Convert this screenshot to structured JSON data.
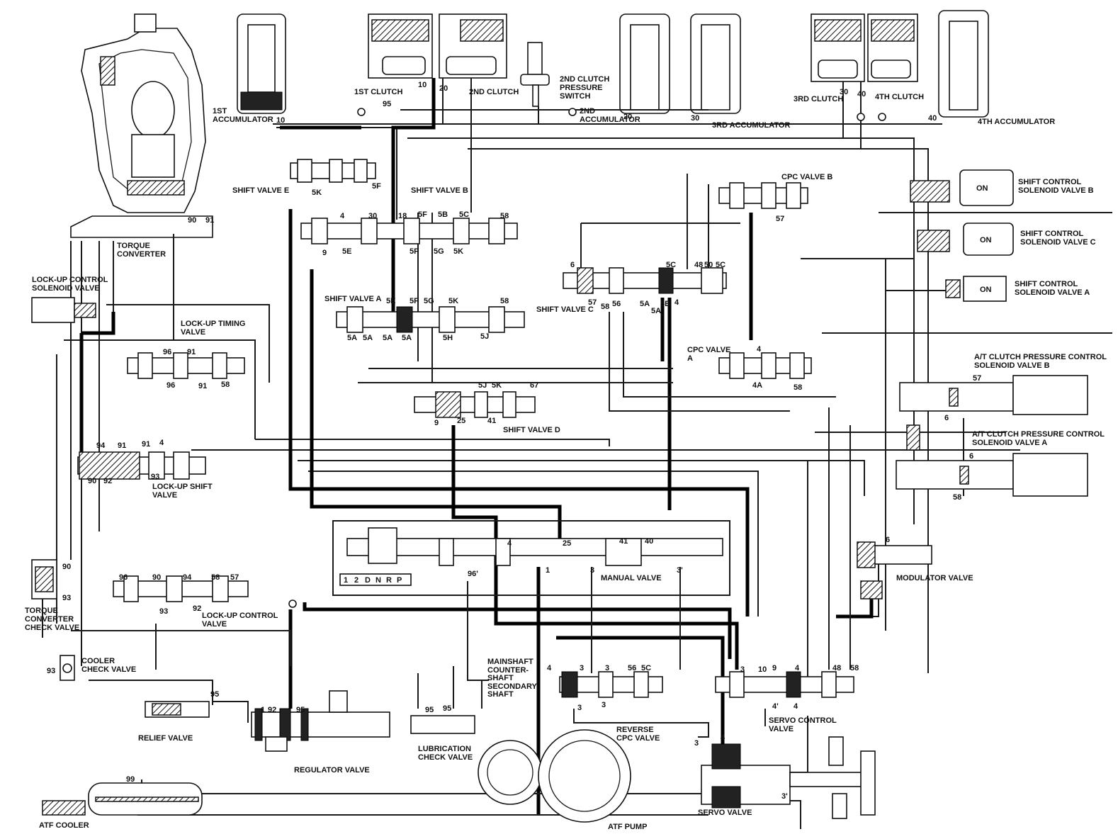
{
  "labels": {
    "first_accumulator": [
      "1ST",
      "ACCUMULATOR"
    ],
    "first_clutch": "1ST CLUTCH",
    "second_clutch": "2ND CLUTCH",
    "second_clutch_pressure_switch": [
      "2ND CLUTCH",
      "PRESSURE",
      "SWITCH"
    ],
    "second_accumulator": [
      "2ND",
      "ACCUMULATOR"
    ],
    "third_accumulator": "3RD ACCUMULATOR",
    "third_clutch": "3RD CLUTCH",
    "fourth_clutch": "4TH CLUTCH",
    "fourth_accumulator": "4TH ACCUMULATOR",
    "torque_converter": [
      "TORQUE",
      "CONVERTER"
    ],
    "lockup_control_solenoid": [
      "LOCK-UP CONTROL",
      "SOLENOID VALVE"
    ],
    "lockup_timing_valve": [
      "LOCK-UP TIMING",
      "VALVE"
    ],
    "lockup_shift_valve": [
      "LOCK-UP SHIFT",
      "VALVE"
    ],
    "lockup_control_valve": [
      "LOCK-UP CONTROL",
      "VALVE"
    ],
    "torque_converter_check_valve": [
      "TORQUE",
      "CONVERTER",
      "CHECK VALVE"
    ],
    "cooler_check_valve": [
      "COOLER",
      "CHECK VALVE"
    ],
    "relief_valve": "RELIEF VALVE",
    "atf_cooler": "ATF COOLER",
    "regulator_valve": "REGULATOR VALVE",
    "lubrication_check_valve": [
      "LUBRICATION",
      "CHECK VALVE"
    ],
    "mainshaft": "MAINSHAFT",
    "countershaft": "COUNTER-",
    "countershaft2": "SHAFT",
    "secondary_shaft": "SECONDARY",
    "secondary_shaft2": "SHAFT",
    "atf_pump": "ATF PUMP",
    "reverse_cpc_valve": [
      "REVERSE",
      "CPC VALVE"
    ],
    "manual_valve": "MANUAL VALVE",
    "servo_control_valve": [
      "SERVO CONTROL",
      "VALVE"
    ],
    "servo_valve": "SERVO VALVE",
    "modulator_valve": "MODULATOR VALVE",
    "shift_valve_e": "SHIFT VALVE E",
    "shift_valve_b": "SHIFT VALVE B",
    "shift_valve_a": "SHIFT VALVE A",
    "shift_valve_c": "SHIFT VALVE C",
    "shift_valve_d": "SHIFT VALVE D",
    "cpc_valve_b": "CPC VALVE B",
    "cpc_valve_a": [
      "CPC VALVE",
      "A"
    ],
    "shift_solenoid_b": [
      "SHIFT CONTROL",
      "SOLENOID VALVE B"
    ],
    "shift_solenoid_c": [
      "SHIFT CONTROL",
      "SOLENOID VALVE C"
    ],
    "shift_solenoid_a": [
      "SHIFT CONTROL",
      "SOLENOID VALVE A"
    ],
    "at_clutch_b": [
      "A/T CLUTCH PRESSURE CONTROL",
      "SOLENOID VALVE B"
    ],
    "at_clutch_a": [
      "A/T CLUTCH PRESSURE CONTROL",
      "SOLENOID VALVE A"
    ],
    "on": "ON",
    "gear_positions": [
      "1",
      "2",
      "D",
      "N",
      "R",
      "P"
    ]
  },
  "port_numbers": {
    "n10": "10",
    "n20": "20",
    "n30": "30",
    "n40": "40",
    "n95": "95",
    "n90": "90",
    "n91": "91",
    "n5F": "5F",
    "n5K": "5K",
    "n5B": "5B",
    "n5C": "5C",
    "n58": "58",
    "n5E": "5E",
    "n5G": "5G",
    "n18": "18",
    "n4": "4",
    "n9": "9",
    "n6": "6",
    "n5A": "5A",
    "n5H": "5H",
    "n5J": "5J",
    "n57": "57",
    "n48": "48",
    "n50": "50",
    "n56": "56",
    "n96": "96",
    "n25": "25",
    "n41": "41",
    "n67": "67",
    "n94": "94",
    "n92": "92",
    "n93": "93",
    "n1": "1",
    "n3": "3",
    "n40b": "40",
    "n96p": "96'",
    "n3p": "3'",
    "n4p": "4'",
    "n99": "99",
    "n4A": "4A"
  }
}
